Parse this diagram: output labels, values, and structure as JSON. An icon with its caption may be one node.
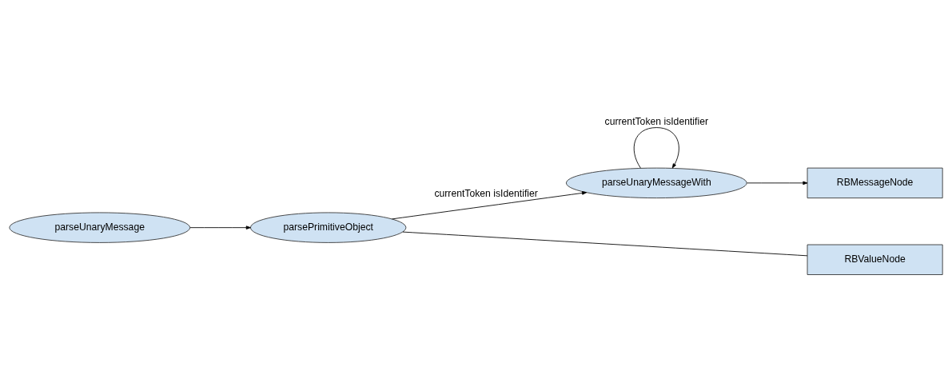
{
  "diagram": {
    "nodes": [
      {
        "text": [
          "parseUnaryMessageWith"
        ]
      },
      {
        "text": [
          "RBMessageNode"
        ]
      },
      {
        "text": [
          "parseUnaryMessage"
        ]
      },
      {
        "text": [
          "parsePrimitiveObject"
        ]
      },
      {
        "text": [
          "RBValueNode"
        ]
      }
    ],
    "edges": [
      {
        "from": 0,
        "to": 0,
        "arrow": "to",
        "label": "currentToken isIdentifier"
      },
      {
        "from": 0,
        "to": 1,
        "arrow": "to"
      },
      {
        "from": 2,
        "to": 3,
        "arrow": "to"
      },
      {
        "from": 3,
        "to": 0,
        "arrow": "to",
        "label": "currentToken isIdentifier"
      },
      {
        "from": 3,
        "to": 4,
        "arrow": "none"
      }
    ]
  }
}
